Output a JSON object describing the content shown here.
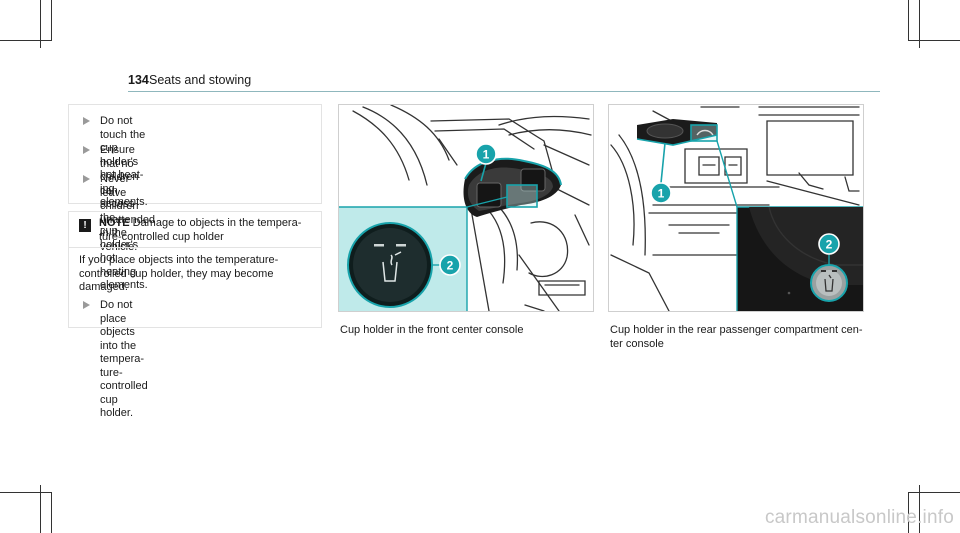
{
  "header": {
    "page_number": "134",
    "section_title": "Seats and stowing"
  },
  "warning_bullets": [
    "Do not touch the cup holder's hot heat-\ning elements.",
    "Ensure that no children can access the\ncup holder's hot heating elements.",
    "Never leave children unattended in the\nvehicle."
  ],
  "note": {
    "badge": "!",
    "label": "NOTE",
    "heading": "Damage to objects in the tempera-\nture-controlled cup holder",
    "body": "If you place objects into the temperature-\ncontrolled cup holder, they may become\ndamaged.",
    "bullet": "Do not place objects into the tempera-\nture-controlled cup holder."
  },
  "figures": [
    {
      "caption": "Cup holder in the front center console",
      "callouts": [
        "1",
        "2"
      ]
    },
    {
      "caption": "Cup holder in the rear passenger compartment cen-\nter console",
      "callouts": [
        "1",
        "2"
      ]
    }
  ],
  "colors": {
    "accent": "#18a3ab",
    "highlight_fill": "#bfeaea",
    "rule": "#8fb7bd"
  },
  "watermark": "carmanualsonline.info"
}
